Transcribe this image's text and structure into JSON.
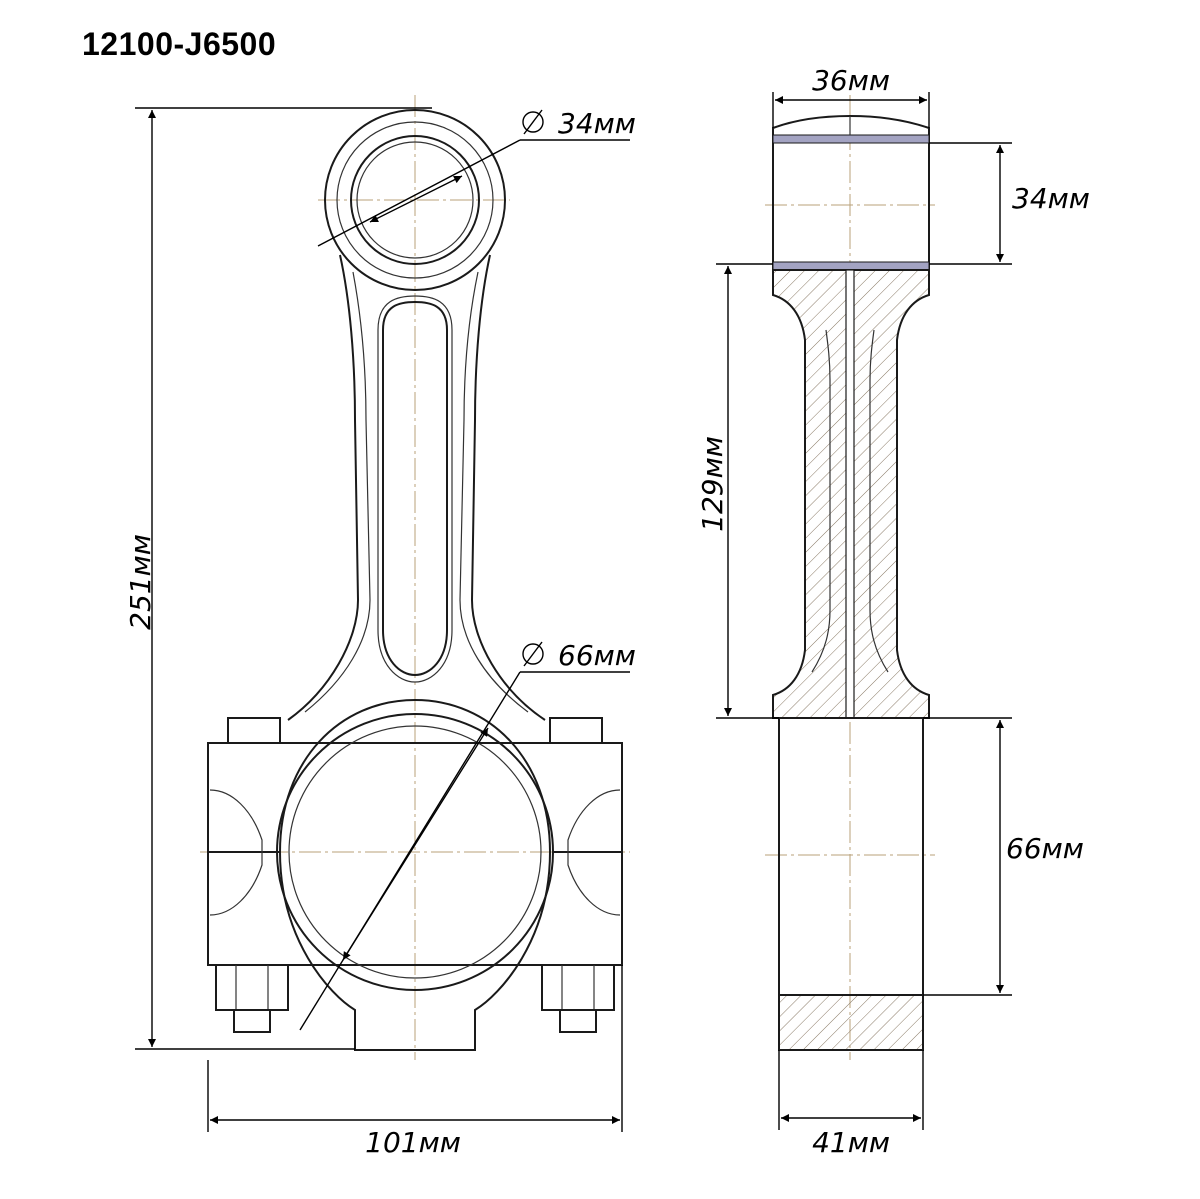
{
  "title": "12100-J6500",
  "front_view": {
    "small_end_diameter": "34мм",
    "big_end_diameter": "66мм",
    "overall_length": "251мм",
    "overall_width": "101мм"
  },
  "side_view": {
    "top_width": "36мм",
    "small_end_height": "34мм",
    "center_length": "129мм",
    "big_end_height": "66мм",
    "bottom_width": "41мм"
  }
}
